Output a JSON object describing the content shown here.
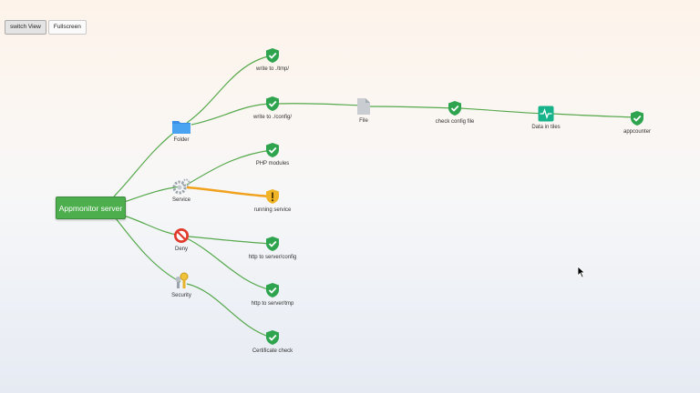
{
  "toolbar": {
    "switch_view": "switch View",
    "fullscreen": "Fullscreen"
  },
  "root": {
    "label": "Appmonitor server",
    "color": "#4cae4c"
  },
  "colors": {
    "ok": "#2ea44f",
    "warning": "#f0a21c",
    "error": "#e03b2c",
    "edge_ok": "#55a84b",
    "edge_warn": "#f0a21c"
  },
  "nodes": {
    "folder": {
      "label": "Folder",
      "icon": "folder-icon"
    },
    "service": {
      "label": "Service",
      "icon": "gear-icon"
    },
    "deny": {
      "label": "Deny",
      "icon": "no-entry-icon"
    },
    "security": {
      "label": "Security",
      "icon": "keys-icon"
    },
    "write_tmp": {
      "label": "write to ./tmp/",
      "status": "ok"
    },
    "write_config": {
      "label": "write to ./config/",
      "status": "ok"
    },
    "file": {
      "label": "File",
      "icon": "file-icon"
    },
    "check_config": {
      "label": "check config file",
      "status": "ok"
    },
    "data_tiles": {
      "label": "Data in tiles",
      "icon": "pulse-icon"
    },
    "appcounter": {
      "label": "appcounter",
      "status": "ok"
    },
    "php_modules": {
      "label": "PHP modules",
      "status": "ok"
    },
    "running_service": {
      "label": "running service",
      "status": "warning"
    },
    "http_config": {
      "label": "http to server/config",
      "status": "ok"
    },
    "http_tmp": {
      "label": "http to server/tmp",
      "status": "ok"
    },
    "cert_check": {
      "label": "Certificate check",
      "status": "ok"
    }
  }
}
